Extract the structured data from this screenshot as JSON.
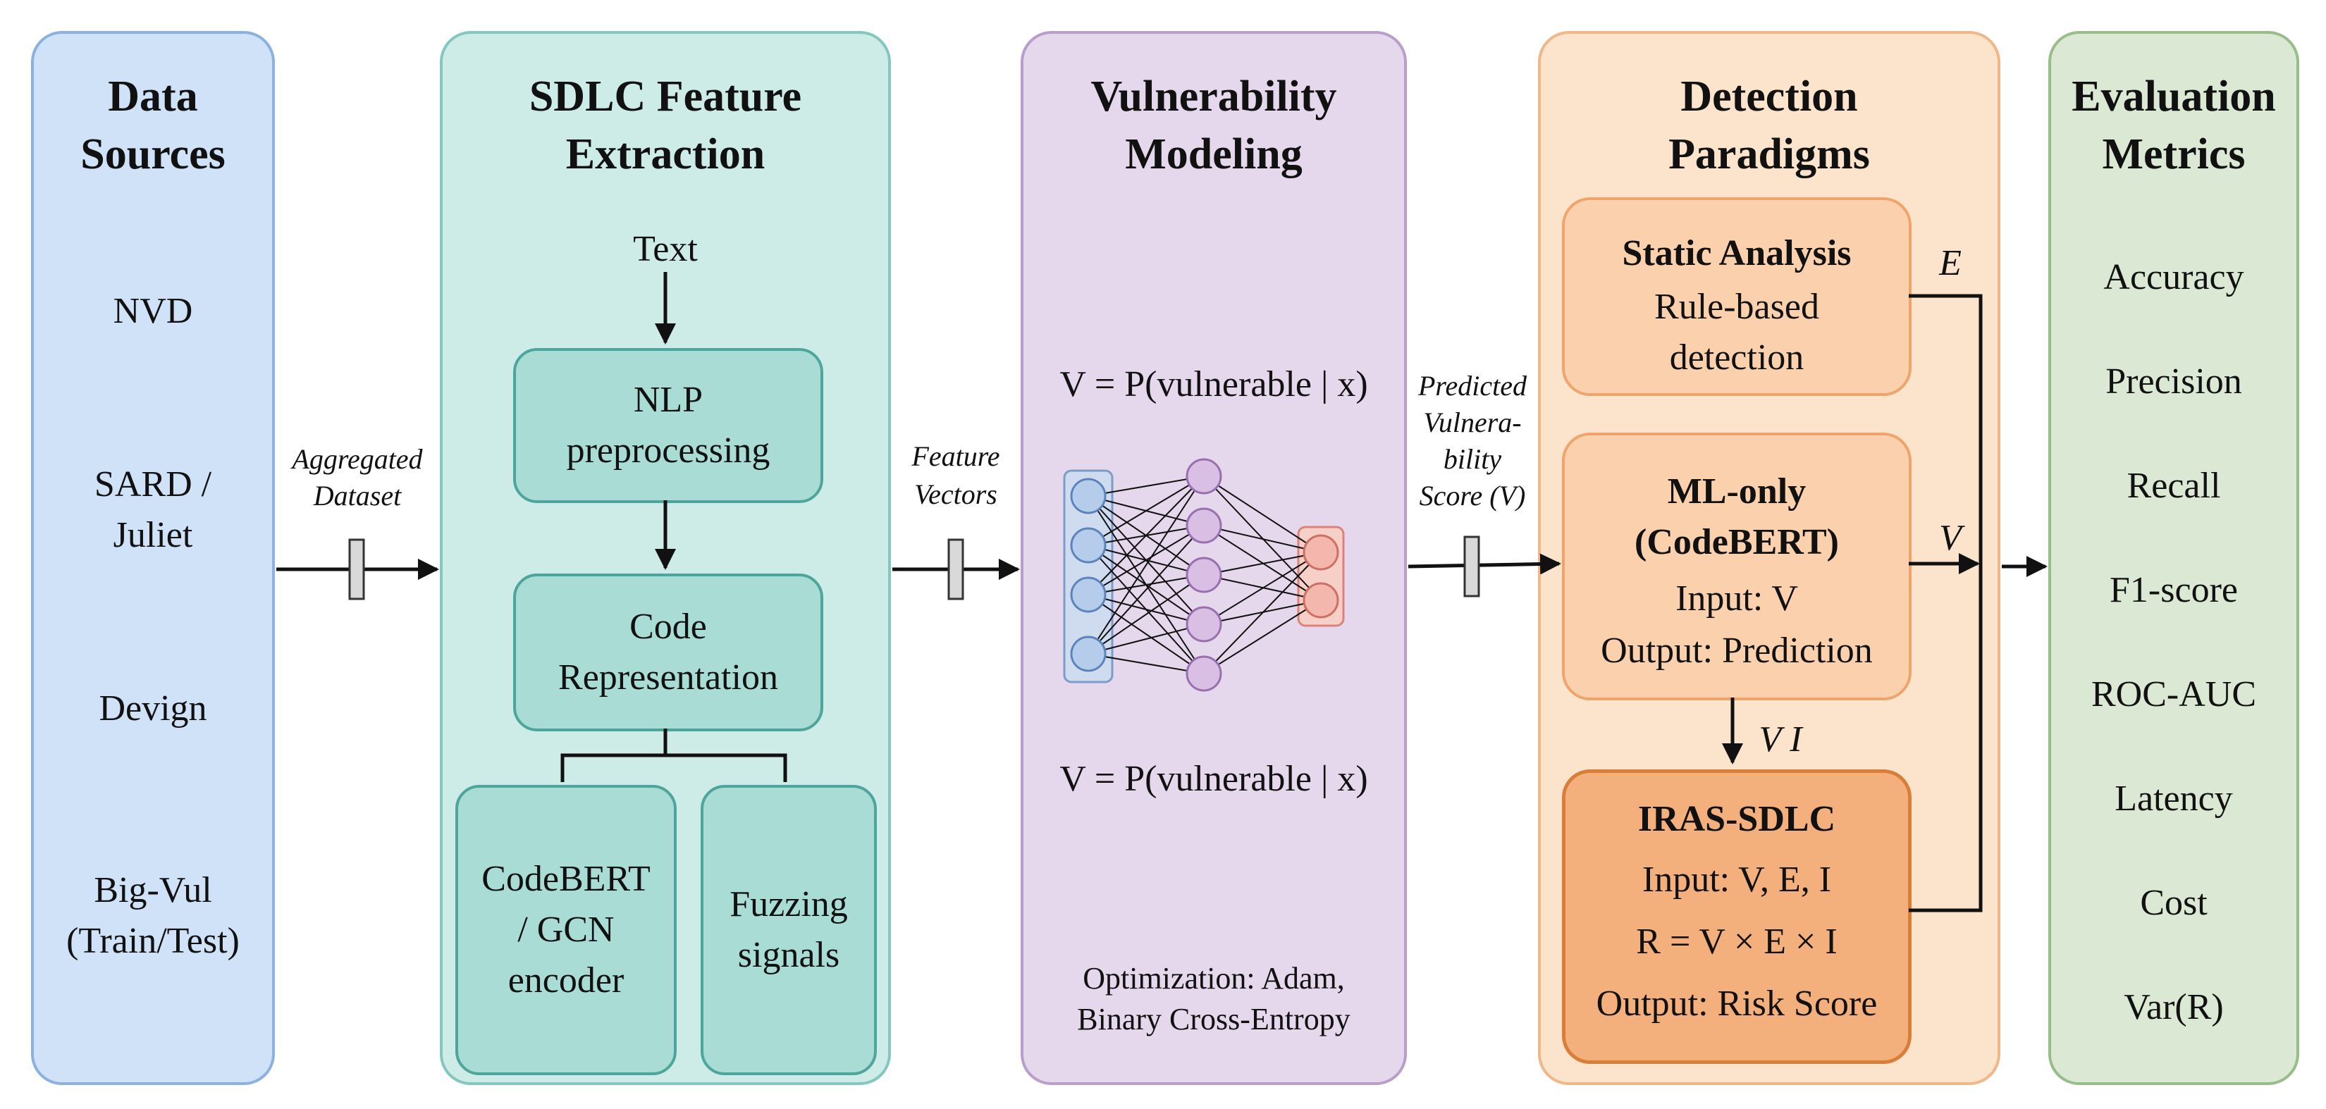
{
  "columns": {
    "data_sources": {
      "title_l1": "Data",
      "title_l2": "Sources",
      "items": [
        "NVD",
        "SARD /",
        "Juliet",
        "Devign",
        "Big-Vul",
        "(Train/Test)"
      ]
    },
    "feature_extraction": {
      "title_l1": "SDLC Feature",
      "title_l2": "Extraction",
      "text_label": "Text",
      "nlp_box": "NLP\npreprocessing",
      "code_box": "Code\nRepresentation",
      "encoder_box": "CodeBERT\n/ GCN\nencoder",
      "fuzzing_box": "Fuzzing\nsignals"
    },
    "vulnerability_modeling": {
      "title_l1": "Vulnerability",
      "title_l2": "Modeling",
      "formula_top": "V = P(vulnerable | x)",
      "formula_bottom": "V = P(vulnerable | x)",
      "opt_l1": "Optimization: Adam,",
      "opt_l2": "Binary Cross-Entropy"
    },
    "detection_paradigms": {
      "title_l1": "Detection",
      "title_l2": "Paradigms",
      "static": {
        "title": "Static Analysis",
        "l1": "Rule-based",
        "l2": "detection"
      },
      "ml": {
        "title_l1": "ML-only",
        "title_l2": "(CodeBERT)",
        "input": "Input: V",
        "output": "Output: Prediction"
      },
      "iras": {
        "title": "IRAS-SDLC",
        "input": "Input: V, E, I",
        "formula": "R = V × E × I",
        "output": "Output: Risk Score"
      },
      "label_e": "E",
      "label_v": "V",
      "label_vi": "V I"
    },
    "evaluation_metrics": {
      "title_l1": "Evaluation",
      "title_l2": "Metrics",
      "items": [
        "Accuracy",
        "Precision",
        "Recall",
        "F1-score",
        "ROC-AUC",
        "Latency",
        "Cost",
        "Var(R)"
      ]
    }
  },
  "connectors": {
    "aggregated_l1": "Aggregated",
    "aggregated_l2": "Dataset",
    "feature_l1": "Feature",
    "feature_l2": "Vectors",
    "predicted_l1": "Predicted",
    "predicted_l2": "Vulnera-",
    "predicted_l3": "bility",
    "predicted_l4": "Score (V)"
  },
  "colors": {
    "data_sources": "#cfe2f7",
    "feature_extraction": "#cdebe7",
    "vulnerability_modeling": "#e6d8ec",
    "detection_paradigms": "#fbe3cc",
    "evaluation_metrics": "#dbe8d3",
    "nn_input": "#b5cdea",
    "nn_hidden": "#d9bfe3",
    "nn_output": "#f4b7ad"
  }
}
